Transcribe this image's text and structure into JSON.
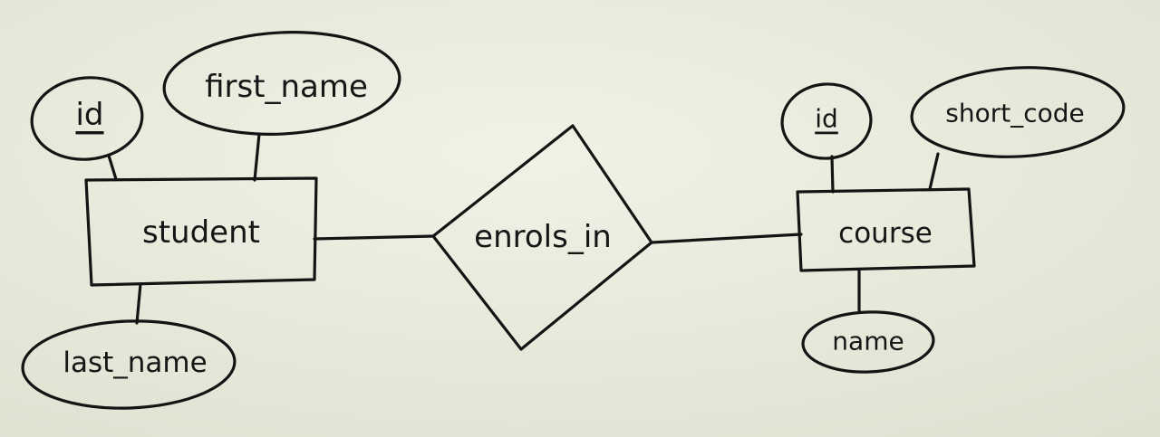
{
  "diagram": {
    "entities": [
      {
        "id": "student",
        "label": "student"
      },
      {
        "id": "course",
        "label": "course"
      }
    ],
    "relationships": [
      {
        "id": "enrols_in",
        "label": "enrols_in",
        "connects": [
          "student",
          "course"
        ]
      }
    ],
    "attributes": [
      {
        "entity": "student",
        "label": "id",
        "key": true
      },
      {
        "entity": "student",
        "label": "first_name",
        "key": false
      },
      {
        "entity": "student",
        "label": "last_name",
        "key": false
      },
      {
        "entity": "course",
        "label": "id",
        "key": true
      },
      {
        "entity": "course",
        "label": "short_code",
        "key": false
      },
      {
        "entity": "course",
        "label": "name",
        "key": false
      }
    ]
  },
  "colors": {
    "paper": "#ecedde",
    "ink": "#141414"
  }
}
